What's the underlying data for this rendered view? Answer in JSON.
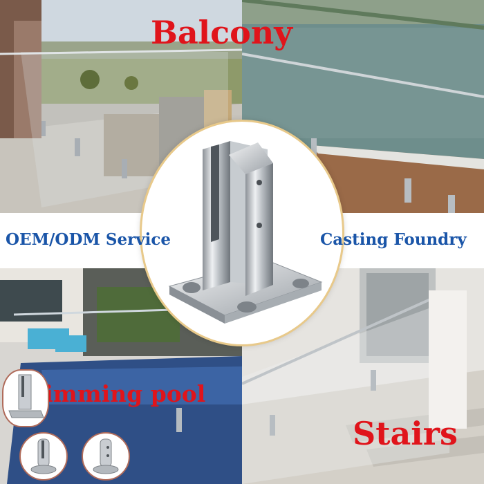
{
  "labels": {
    "top": "Balcony",
    "left_service": "OEM/ODM Service",
    "right_service": "Casting Foundry",
    "pool": "Swimming pool",
    "stairs": "Stairs"
  },
  "colors": {
    "accent_red": "#e0141b",
    "accent_blue": "#1a55a8",
    "oval_border": "#e8c98a",
    "steel": "#c9cdd2"
  },
  "icons": {
    "center_product": "glass-spigot-icon",
    "thumb_square": "square-spigot-icon",
    "thumb_round_1": "round-spigot-icon",
    "thumb_round_2": "round-spigot-icon"
  }
}
